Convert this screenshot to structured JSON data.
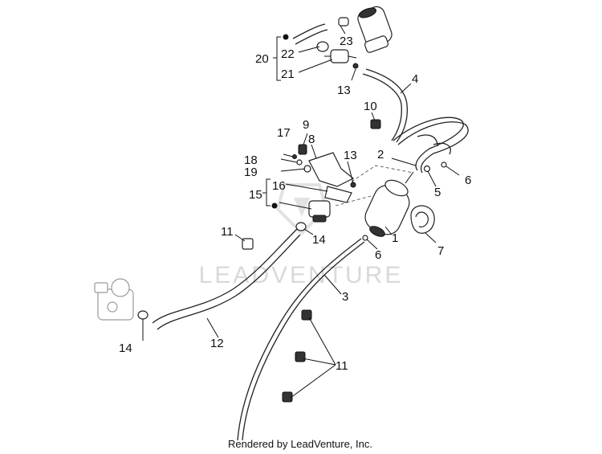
{
  "diagram": {
    "watermark": "LEADVENTURE",
    "credit": "Rendered by LeadVenture, Inc.",
    "callouts": {
      "c1": "1",
      "c2": "2",
      "c3": "3",
      "c4": "4",
      "c5": "5",
      "c6a": "6",
      "c6b": "6",
      "c7": "7",
      "c8": "8",
      "c9": "9",
      "c10": "10",
      "c11a": "11",
      "c11b": "11",
      "c12": "12",
      "c13a": "13",
      "c13b": "13",
      "c14a": "14",
      "c14b": "14",
      "c15": "15",
      "c16": "16",
      "c17": "17",
      "c18": "18",
      "c19": "19",
      "c20": "20",
      "c21": "21",
      "c22": "22",
      "c23": "23"
    }
  }
}
